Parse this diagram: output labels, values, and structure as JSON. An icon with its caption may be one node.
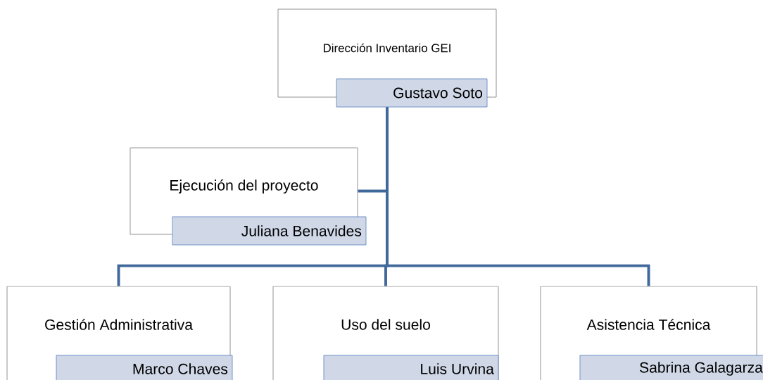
{
  "diagram": {
    "nodes": [
      {
        "text": [
          "Dirección Inventario GEI",
          "Gustavo Soto"
        ]
      },
      {
        "text": [
          "Ejecución del proyecto",
          "Juliana Benavides"
        ]
      },
      {
        "text": [
          "Gestión Administrativa",
          "Marco Chaves"
        ]
      },
      {
        "text": [
          "Uso del suelo",
          "Luis Urvina"
        ]
      },
      {
        "text": [
          "Asistencia Técnica",
          "Sabrina Galagarza"
        ]
      }
    ],
    "edges": [
      {
        "from": 0,
        "to": 1,
        "arrow": "none"
      },
      {
        "from": 0,
        "to": 2,
        "arrow": "none"
      },
      {
        "from": 0,
        "to": 3,
        "arrow": "none"
      },
      {
        "from": 0,
        "to": 4,
        "arrow": "none"
      }
    ]
  }
}
